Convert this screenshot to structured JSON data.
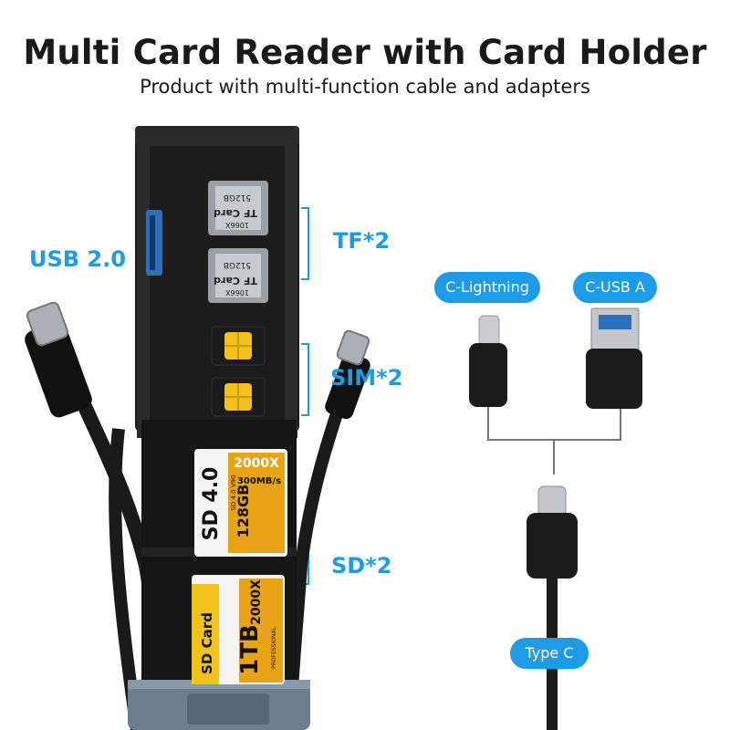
{
  "header": {
    "title": "Multi Card Reader with Card Holder",
    "subtitle": "Product with multi-function cable and adapters"
  },
  "callouts": {
    "usb": "USB 2.0",
    "tf": "TF*2",
    "sim": "SIM*2",
    "sd": "SD*2"
  },
  "adapters": {
    "lightning": "C-Lightning",
    "usb_a": "C-USB A",
    "type_c": "Type C"
  },
  "cards": {
    "tf_name": "TF Card",
    "tf_capacity": "512GB",
    "tf_speed": "1066X",
    "sd1_name": "SD 4.0",
    "sd1_speed": "2000X",
    "sd1_rate": "300MB/s",
    "sd1_capacity": "128GB",
    "sd1_spec": "SD 4.0 V90",
    "sd2_name": "SD Card",
    "sd2_speed": "2000X",
    "sd2_capacity": "1TB",
    "sd2_grade": "PROFESSIONAL"
  },
  "colors": {
    "accent": "#1e9be6",
    "holder": "#1c1c1c",
    "sim_gold": "#f2c21b",
    "sd_gold": "#e8a317"
  }
}
